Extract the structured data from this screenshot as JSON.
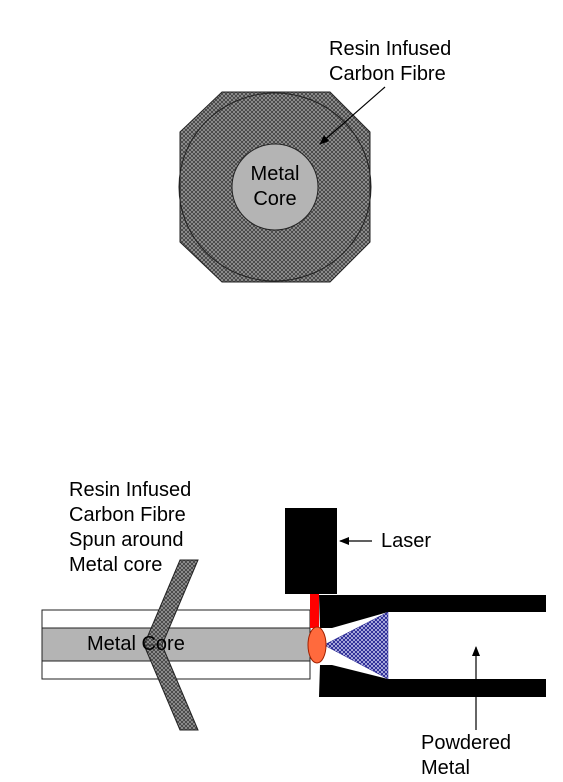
{
  "top_view": {
    "fibre_label_line1": "Resin Infused",
    "fibre_label_line2": "Carbon Fibre",
    "core_label_line1": "Metal",
    "core_label_line2": "Core"
  },
  "side_view": {
    "fibre_label_line1": "Resin Infused",
    "fibre_label_line2": "Carbon Fibre",
    "fibre_label_line3": "Spun around",
    "fibre_label_line4": "Metal core",
    "core_label": "Metal Core",
    "laser_label": "Laser",
    "powder_label_line1": "Powdered",
    "powder_label_line2": "Metal"
  },
  "colors": {
    "fibre_fill": "#6e6e6e",
    "core_fill": "#b4b4b4",
    "laser_beam": "#ff0000",
    "melt_spot": "#ff6a3d",
    "powder_spray": "#1a1a8c",
    "housing": "#000000"
  }
}
